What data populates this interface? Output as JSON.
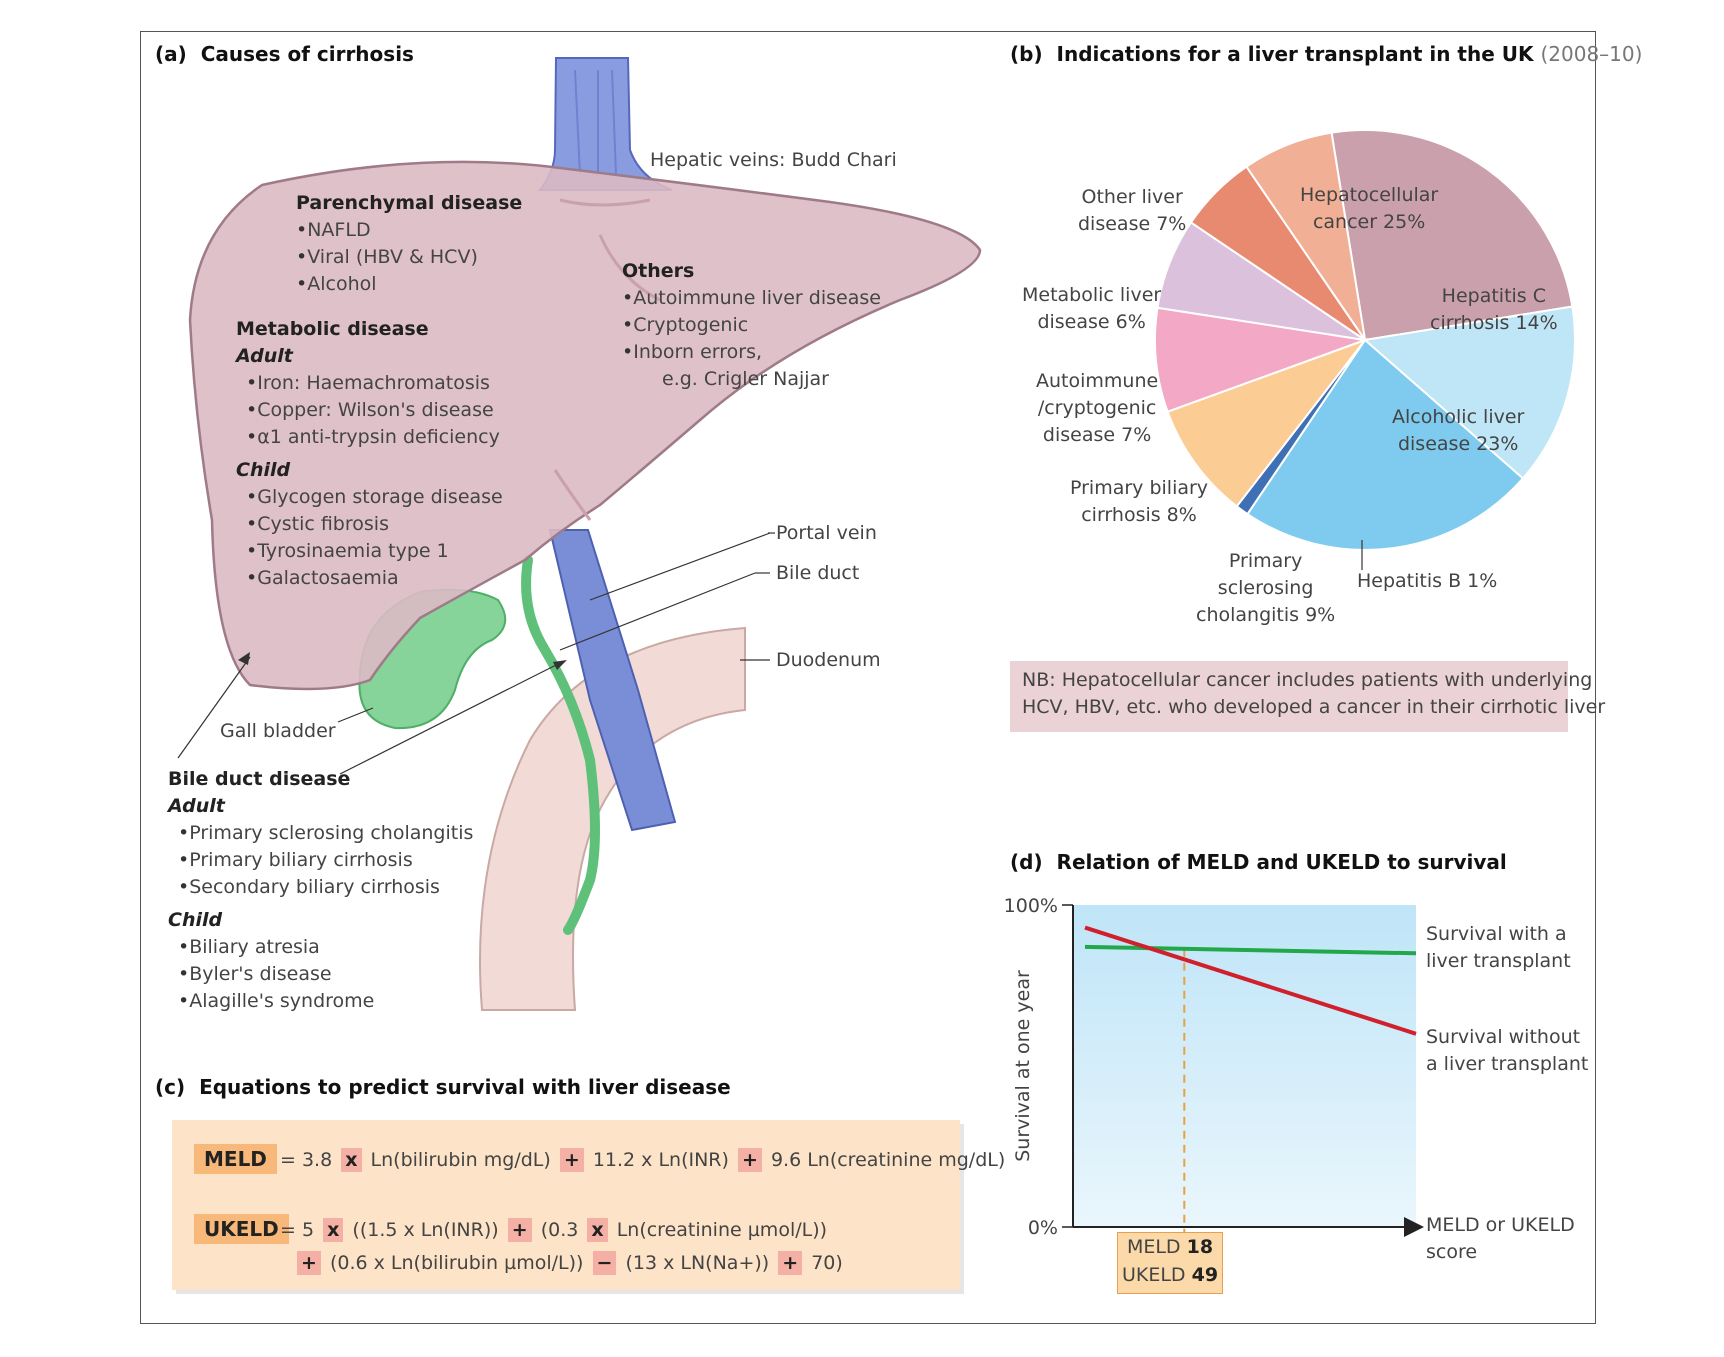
{
  "panel_a": {
    "title_letter": "(a)",
    "title": "Causes of cirrhosis",
    "labels": {
      "hepatic_veins": "Hepatic veins: Budd Chari",
      "portal_vein": "Portal vein",
      "bile_duct": "Bile duct",
      "duodenum": "Duodenum",
      "gall_bladder": "Gall bladder"
    },
    "parenchymal": {
      "heading": "Parenchymal disease",
      "items": [
        "NAFLD",
        "Viral (HBV & HCV)",
        "Alcohol"
      ]
    },
    "metabolic": {
      "heading": "Metabolic disease",
      "adult_heading": "Adult",
      "adult_items": [
        "Iron: Haemachromatosis",
        "Copper: Wilson's disease",
        "α1 anti-trypsin deficiency"
      ],
      "child_heading": "Child",
      "child_items": [
        "Glycogen storage disease",
        "Cystic fibrosis",
        "Tyrosinaemia type 1",
        "Galactosaemia"
      ]
    },
    "others": {
      "heading": "Others",
      "items": [
        "Autoimmune liver disease",
        "Cryptogenic",
        "Inborn errors,"
      ],
      "continuation": "e.g. Crigler Najjar"
    },
    "bile_duct_disease": {
      "heading": "Bile duct disease",
      "adult_heading": "Adult",
      "adult_items": [
        "Primary sclerosing cholangitis",
        "Primary biliary cirrhosis",
        "Secondary biliary cirrhosis"
      ],
      "child_heading": "Child",
      "child_items": [
        "Biliary atresia",
        "Byler's disease",
        "Alagille's syndrome"
      ]
    }
  },
  "panel_b": {
    "title_letter": "(b)",
    "title": "Indications for a liver transplant in the UK",
    "subtitle": "(2008–10)",
    "note_line1": "NB: Hepatocellular cancer includes patients with underlying",
    "note_line2": "HCV, HBV, etc. who developed a cancer in their cirrhotic liver",
    "slice_labels": [
      {
        "l1": "Hepatocellular",
        "l2": "cancer 25%"
      },
      {
        "l1": "Hepatitis C",
        "l2": "cirrhosis 14%"
      },
      {
        "l1": "Alcoholic liver",
        "l2": "disease 23%"
      },
      {
        "l1": "Hepatitis B 1%"
      },
      {
        "l1": "Primary",
        "l2": "sclerosing",
        "l3": "cholangitis 9%"
      },
      {
        "l1": "Primary biliary",
        "l2": "cirrhosis 8%"
      },
      {
        "l1": "Autoimmune",
        "l2": "/cryptogenic",
        "l3": "disease 7%"
      },
      {
        "l1": "Metabolic liver",
        "l2": "disease 6%"
      },
      {
        "l1": "Other liver",
        "l2": "disease 7%"
      }
    ]
  },
  "chart_data": {
    "type": "pie",
    "title": "Indications for a liver transplant in the UK (2008–10)",
    "slices": [
      {
        "label": "Hepatocellular cancer",
        "value": 25,
        "color": "#c9a0ab"
      },
      {
        "label": "Hepatitis C cirrhosis",
        "value": 14,
        "color": "#bfe6f6"
      },
      {
        "label": "Alcoholic liver disease",
        "value": 23,
        "color": "#7fcbef"
      },
      {
        "label": "Hepatitis B",
        "value": 1,
        "color": "#3f6fb4"
      },
      {
        "label": "Primary sclerosing cholangitis",
        "value": 9,
        "color": "#fbcd95"
      },
      {
        "label": "Primary biliary cirrhosis",
        "value": 8,
        "color": "#f3a8c6"
      },
      {
        "label": "Autoimmune /cryptogenic disease",
        "value": 7,
        "color": "#dcc1dc"
      },
      {
        "label": "Metabolic liver disease",
        "value": 6,
        "color": "#e88a70"
      },
      {
        "label": "Other liver disease",
        "value": 7,
        "color": "#f1b095"
      }
    ]
  },
  "panel_c": {
    "title_letter": "(c)",
    "title": "Equations to predict survival with liver disease",
    "meld_tag": "MELD",
    "meld_eq": [
      "= 3.8",
      "x",
      "Ln(bilirubin mg/dL)",
      "+",
      "11.2 x Ln(INR)",
      "+",
      "9.6 Ln(creatinine mg/dL)"
    ],
    "ukeld_tag": "UKELD",
    "ukeld_eq1": [
      "= 5",
      "x",
      "((1.5 x Ln(INR))",
      "+",
      "(0.3",
      "x",
      "Ln(creatinine µmol/L))"
    ],
    "ukeld_eq2": [
      "+",
      "(0.6 x Ln(bilirubin µmol/L))",
      "−",
      "(13 x LN(Na+))",
      "+",
      "70)"
    ]
  },
  "panel_d": {
    "title_letter": "(d)",
    "title": "Relation of MELD and UKELD to survival",
    "y_axis_label": "Survival at one year",
    "y_top": "100%",
    "y_bottom": "0%",
    "x_label_l1": "MELD or UKELD",
    "x_label_l2": "score",
    "with_l1": "Survival with a",
    "with_l2": "liver transplant",
    "without_l1": "Survival without",
    "without_l2": "a liver transplant",
    "meld_label": "MELD",
    "meld_value": "18",
    "ukeld_label": "UKELD",
    "ukeld_value": "49",
    "colors": {
      "with": "#22a84a",
      "without": "#d0202c",
      "bg": "#c6e8f8",
      "guide": "#e8a040"
    },
    "series_with_pct": [
      87,
      85
    ],
    "series_without_pct": [
      93,
      60
    ],
    "crossing_fraction": 0.3
  }
}
